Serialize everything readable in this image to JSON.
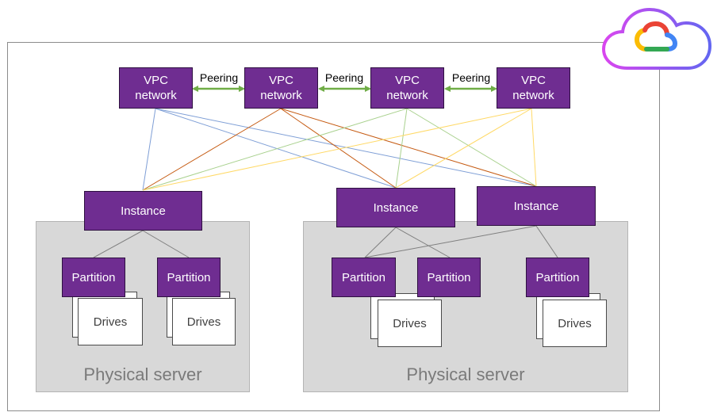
{
  "vpc_networks": [
    {
      "label": "VPC network"
    },
    {
      "label": "VPC network"
    },
    {
      "label": "VPC network"
    },
    {
      "label": "VPC network"
    }
  ],
  "peering_labels": [
    "Peering",
    "Peering",
    "Peering"
  ],
  "instances": [
    {
      "label": "Instance"
    },
    {
      "label": "Instance"
    },
    {
      "label": "Instance"
    }
  ],
  "partitions": [
    {
      "label": "Partition"
    },
    {
      "label": "Partition"
    },
    {
      "label": "Partition"
    },
    {
      "label": "Partition"
    },
    {
      "label": "Partition"
    }
  ],
  "drives_label": "Drives",
  "servers": [
    {
      "label": "Physical server"
    },
    {
      "label": "Physical server"
    }
  ],
  "colors": {
    "purple": "#6f2d91",
    "peering_arrow": "#70ad47",
    "vpc1_links": "#7f9fd6",
    "vpc2_links": "#c55a11",
    "vpc3_links": "#a9d18e",
    "vpc4_links": "#ffd966",
    "server_bg": "#d8d8d8"
  }
}
